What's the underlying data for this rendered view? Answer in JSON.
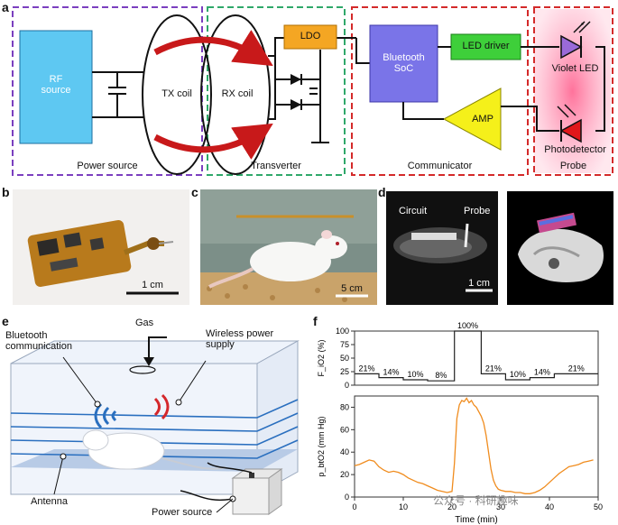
{
  "panel_letters": {
    "a": "a",
    "b": "b",
    "c": "c",
    "d": "d",
    "e": "e",
    "f": "f"
  },
  "panel_a": {
    "rf_source": "RF\nsource",
    "tx_coil": "TX coil",
    "rx_coil": "RX coil",
    "ldo": "LDO",
    "bluetooth_soc": "Bluetooth\nSoC",
    "led_driver": "LED driver",
    "amp": "AMP",
    "violet_led": "Violet LED",
    "photodetector": "Photodetector",
    "sections": {
      "power_source": "Power source",
      "transverter": "Transverter",
      "communicator": "Communicator",
      "probe": "Probe"
    }
  },
  "panel_b": {
    "scale": "1 cm"
  },
  "panel_c": {
    "scale": "5 cm"
  },
  "panel_d": {
    "circuit": "Circuit",
    "probe": "Probe",
    "scale": "1 cm"
  },
  "panel_e": {
    "gas": "Gas",
    "bluetooth_comm": "Bluetooth\ncommunication",
    "wireless_power": "Wireless power\nsupply",
    "antenna": "Antenna",
    "power_source": "Power source"
  },
  "panel_f": {
    "watermark": "公众号 · 科研趣味"
  },
  "colors": {
    "power_source_border": "#7b3fbf",
    "transverter_border": "#2fa86a",
    "communicator_border": "#d42a2a",
    "probe_border": "#d42a2a",
    "rf_source": "#5ec8f2",
    "ldo": "#f4a623",
    "bluetooth_soc": "#7a74e8",
    "led_driver": "#3ecf3a",
    "amp": "#f5f01a",
    "trace": "#f08c1e"
  },
  "chart_data": [
    {
      "type": "step",
      "ylabel": "F_iO2 (%)",
      "ylim": [
        0,
        100
      ],
      "yticks": [
        0,
        25,
        50,
        75,
        100
      ],
      "xlim": [
        0,
        50
      ],
      "segments": [
        {
          "x0": 0,
          "x1": 5,
          "y": 21,
          "label": "21%"
        },
        {
          "x0": 5,
          "x1": 10,
          "y": 14,
          "label": "14%"
        },
        {
          "x0": 10,
          "x1": 15,
          "y": 10,
          "label": "10%"
        },
        {
          "x0": 15,
          "x1": 20.5,
          "y": 8,
          "label": "8%"
        },
        {
          "x0": 20.5,
          "x1": 26,
          "y": 100,
          "label": "100%"
        },
        {
          "x0": 26,
          "x1": 31,
          "y": 21,
          "label": "21%"
        },
        {
          "x0": 31,
          "x1": 36,
          "y": 10,
          "label": "10%"
        },
        {
          "x0": 36,
          "x1": 41,
          "y": 14,
          "label": "14%"
        },
        {
          "x0": 41,
          "x1": 50,
          "y": 21,
          "label": "21%"
        }
      ]
    },
    {
      "type": "line",
      "xlabel": "Time (min)",
      "ylabel": "p_btO2 (mm Hg)",
      "xlim": [
        0,
        50
      ],
      "ylim": [
        0,
        90
      ],
      "xticks": [
        0,
        10,
        20,
        30,
        40,
        50
      ],
      "yticks": [
        0,
        20,
        40,
        60,
        80
      ],
      "x": [
        0,
        1,
        2,
        3,
        4,
        5,
        6,
        7,
        8,
        9,
        10,
        11,
        12,
        13,
        14,
        15,
        16,
        17,
        18,
        19,
        20,
        20.5,
        21,
        21.5,
        22,
        22.5,
        23,
        23.5,
        24,
        24.5,
        25,
        25.5,
        26,
        26.5,
        27,
        27.5,
        28,
        28.5,
        29,
        29.5,
        30,
        31,
        32,
        33,
        34,
        35,
        36,
        37,
        38,
        39,
        40,
        41,
        42,
        43,
        44,
        45,
        46,
        47,
        48,
        49
      ],
      "y": [
        28,
        29,
        31,
        33,
        32,
        27,
        24,
        22,
        23,
        22,
        20,
        17,
        15,
        13,
        12,
        10,
        8,
        6,
        5,
        4,
        5,
        30,
        70,
        82,
        86,
        85,
        88,
        84,
        86,
        82,
        80,
        76,
        72,
        66,
        55,
        40,
        25,
        15,
        10,
        7,
        6,
        5,
        5,
        4,
        4,
        3,
        3,
        4,
        6,
        9,
        13,
        17,
        21,
        24,
        27,
        28,
        29,
        31,
        32,
        33
      ]
    }
  ]
}
